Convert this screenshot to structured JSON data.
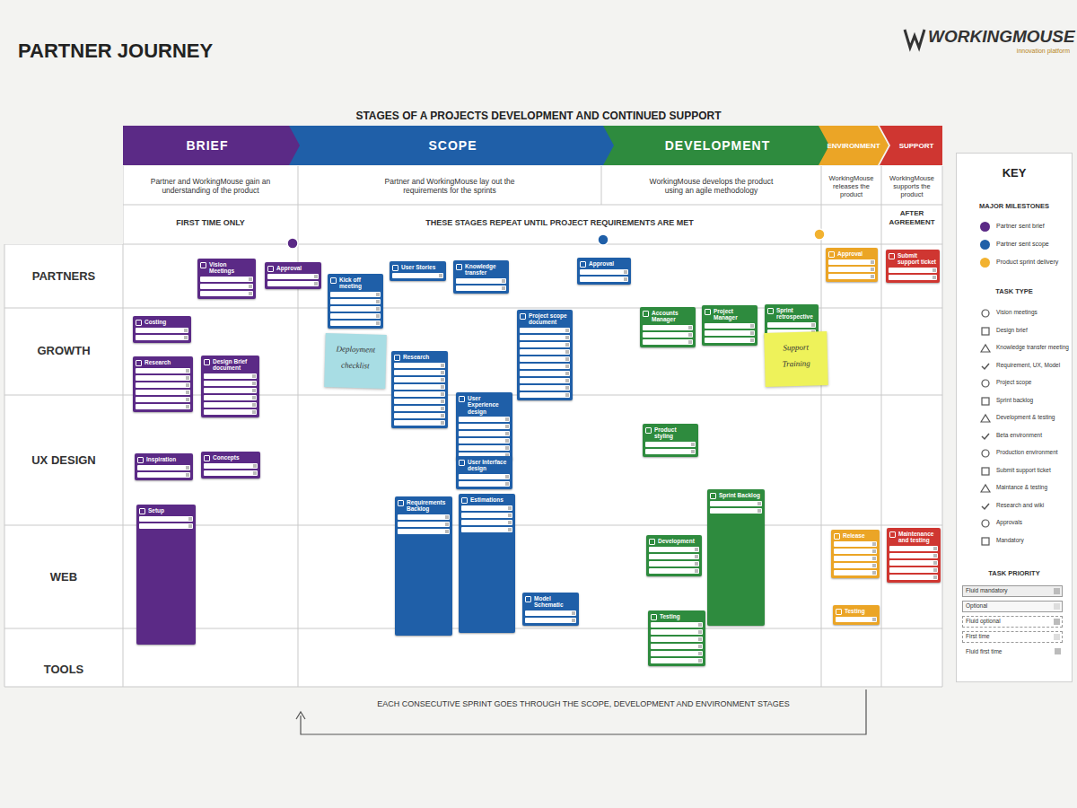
{
  "diagram": {
    "title": "PARTNER JOURNEY",
    "nodes": [
      {
        "text": [
          "BRIEF"
        ]
      },
      {
        "text": [
          "SCOPE"
        ]
      },
      {
        "text": [
          "DEVELOPMENT"
        ]
      },
      {
        "text": [
          "ENVIRONMENT"
        ]
      },
      {
        "text": [
          "SUPPORT"
        ]
      },
      {
        "text": [
          "Partner and WorkingMouse gain an understanding of the product"
        ]
      },
      {
        "text": [
          "Partner and WorkingMouse lay out the requirements for the sprints"
        ]
      },
      {
        "text": [
          "WorkingMouse develops the product using an agile methodology"
        ]
      },
      {
        "text": [
          "WorkingMouse releases the product"
        ]
      },
      {
        "text": [
          "WorkingMouse supports the product"
        ]
      },
      {
        "text": [
          "Vision Meetings"
        ]
      },
      {
        "text": [
          "Approval"
        ]
      },
      {
        "text": [
          "Kick off meeting"
        ]
      },
      {
        "text": [
          "User Stories"
        ]
      },
      {
        "text": [
          "Knowledge transfer"
        ]
      },
      {
        "text": [
          "Approval"
        ]
      },
      {
        "text": [
          "Approval"
        ]
      },
      {
        "text": [
          "Submit support ticket"
        ]
      },
      {
        "text": [
          "Costing"
        ]
      },
      {
        "text": [
          "Research"
        ]
      },
      {
        "text": [
          "Design Brief document"
        ]
      },
      {
        "text": [
          "Deployment checklist"
        ]
      },
      {
        "text": [
          "Research"
        ]
      },
      {
        "text": [
          "Project scope document"
        ]
      },
      {
        "text": [
          "Accounts Manager"
        ]
      },
      {
        "text": [
          "Project Manager"
        ]
      },
      {
        "text": [
          "Sprint retrospective"
        ]
      },
      {
        "text": [
          "Support Training"
        ]
      },
      {
        "text": [
          "Inspiration"
        ]
      },
      {
        "text": [
          "Concepts"
        ]
      },
      {
        "text": [
          "User Experience design"
        ]
      },
      {
        "text": [
          "User Interface design"
        ]
      },
      {
        "text": [
          "Product styling"
        ]
      },
      {
        "text": [
          "Setup"
        ]
      },
      {
        "text": [
          "Requirements Backlog"
        ]
      },
      {
        "text": [
          "Estimations"
        ]
      },
      {
        "text": [
          "Sprint Backlog"
        ]
      },
      {
        "text": [
          "Development"
        ]
      },
      {
        "text": [
          "Release"
        ]
      },
      {
        "text": [
          "Maintenance and testing"
        ]
      },
      {
        "text": [
          "Model Schematic"
        ]
      },
      {
        "text": [
          "Testing"
        ]
      },
      {
        "text": [
          "Testing"
        ]
      },
      {
        "text": [
          "KEY"
        ]
      }
    ],
    "labels": [
      "WORKINGMOUSE",
      "innovation platform",
      "STAGES OF A PROJECTS DEVELOPMENT AND CONTINUED SUPPORT",
      "FIRST TIME ONLY",
      "THESE STAGES REPEAT UNTIL PROJECT REQUIREMENTS ARE MET",
      "AFTER AGREEMENT",
      "PARTNERS",
      "GROWTH",
      "UX DESIGN",
      "WEB",
      "TOOLS",
      "EACH CONSECUTIVE SPRINT GOES THROUGH THE SCOPE, DEVELOPMENT AND ENVIRONMENT STAGES",
      "MAJOR MILESTONES",
      "TASK TYPE",
      "TASK PRIORITY"
    ],
    "legend": [
      {
        "text": "Partner sent brief",
        "color": "#5b2a86"
      },
      {
        "text": "Partner sent scope",
        "color": "#1f5fa8"
      },
      {
        "text": "Product sprint delivery",
        "color": "#f2b230"
      },
      {
        "text": "Vision meetings"
      },
      {
        "text": "Design brief"
      },
      {
        "text": "Knowledge transfer meeting"
      },
      {
        "text": "Requirement, UX, Model"
      },
      {
        "text": "Project scope"
      },
      {
        "text": "Sprint backlog"
      },
      {
        "text": "Development & testing"
      },
      {
        "text": "Beta environment"
      },
      {
        "text": "Production environment"
      },
      {
        "text": "Submit support ticket"
      },
      {
        "text": "Maintance & testing"
      },
      {
        "text": "Research and wiki"
      },
      {
        "text": "Approvals"
      },
      {
        "text": "Mandatory"
      },
      {
        "text": "Fluid mandatory"
      },
      {
        "text": "Optional"
      },
      {
        "text": "Fluid optional"
      },
      {
        "text": "First time"
      },
      {
        "text": "Fluid first time"
      }
    ]
  }
}
